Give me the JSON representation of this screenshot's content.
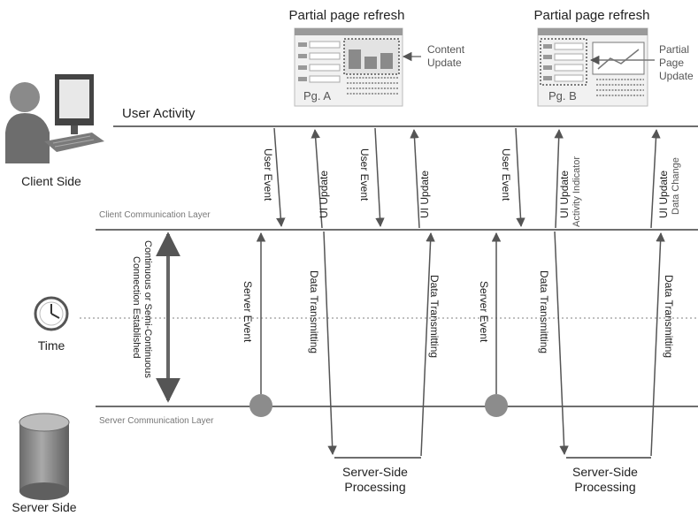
{
  "labels": {
    "client_side": "Client Side",
    "server_side": "Server Side",
    "time": "Time",
    "user_activity": "User Activity",
    "client_layer": "Client Communication Layer",
    "server_layer": "Server Communication Layer",
    "connection_line1": "Continuous or Semi-Continuous",
    "connection_line2": "Connection Established"
  },
  "refresh_a": {
    "title": "Partial page refresh",
    "page_label": "Pg. A",
    "callout_line1": "Content",
    "callout_line2": "Update"
  },
  "refresh_b": {
    "title": "Partial page refresh",
    "page_label": "Pg. B",
    "callout_line1": "Partial",
    "callout_line2": "Page",
    "callout_line3": "Update"
  },
  "client_events": {
    "user_event_1": "User Event",
    "ui_update_1": "UI Update",
    "user_event_2": "User Event",
    "ui_update_2": "UI Update",
    "user_event_3": "User Event",
    "ui_update_3": "UI Update",
    "activity_indicator": "Activity Indicator",
    "ui_update_4": "UI Update",
    "data_change": "Data Change"
  },
  "server_events": {
    "server_event_1": "Server Event",
    "data_tx_1": "Data Transmitting",
    "data_tx_2": "Data Transmitting",
    "server_event_2": "Server Event",
    "data_tx_3": "Data Transmitting",
    "data_tx_4": "Data Transmitting"
  },
  "processing": {
    "p1_line1": "Server-Side",
    "p1_line2": "Processing",
    "p2_line1": "Server-Side",
    "p2_line2": "Processing"
  },
  "colors": {
    "line": "#6e6e6e",
    "fill_gray": "#8c8c8c",
    "dark": "#222222"
  }
}
